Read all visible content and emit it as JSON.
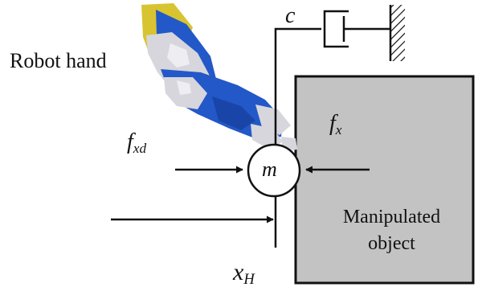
{
  "labels": {
    "robot_hand": "Robot hand",
    "damping_symbol": "c",
    "desired_force_symbol": "f",
    "desired_force_subscript": "xd",
    "contact_force_symbol": "f",
    "contact_force_subscript": "x",
    "mass_symbol": "m",
    "position_symbol": "x",
    "position_subscript": "H",
    "object_line1": "Manipulated",
    "object_line2": "object"
  },
  "icons": {
    "robot_hand": "robot-hand-icon",
    "damper": "damper-icon",
    "wall": "hatched-wall-icon"
  },
  "colors": {
    "object_fill": "#c3c3c3",
    "hand_blue": "#2358c8",
    "hand_grey": "#d6d6dc",
    "hand_yellow": "#d8c431",
    "line": "#111111"
  }
}
